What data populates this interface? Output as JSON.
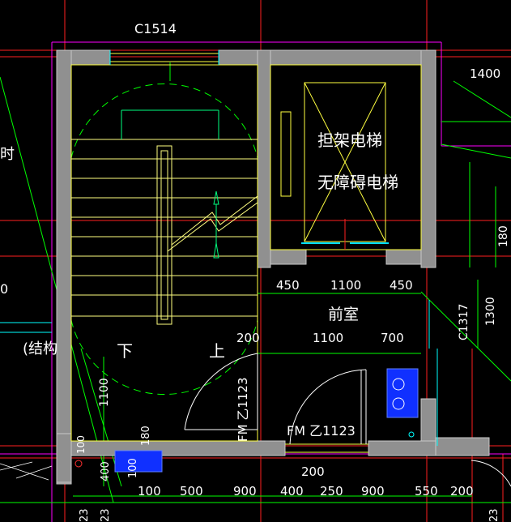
{
  "drawing": {
    "window_label": "C1514",
    "stair_labels": {
      "down": "下",
      "up": "上"
    },
    "lift_labels": [
      "担架电梯",
      "无障碍电梯"
    ],
    "anteroom_label": "前室",
    "side_labels": {
      "left_partial_1": "时",
      "left_partial_2": "0",
      "structure_note": "(结构"
    },
    "door_labels": {
      "door_left": "FM 乙1123",
      "door_right": "FM 乙1123"
    },
    "window_right": "C1317",
    "dims": {
      "top_right": "1400",
      "right_v_1": "180",
      "right_v_2": "1300",
      "row_450a": "450",
      "row_1100a": "1100",
      "row_450b": "450",
      "row_200": "200",
      "row_1100b": "1100",
      "row_700": "700",
      "left_v_1100": "1100",
      "left_v_180": "180",
      "left_v_100a": "100",
      "left_v_100b": "100",
      "left_v_400": "400",
      "bottom_200": "200",
      "b_100": "100",
      "b_500": "500",
      "b_900a": "900",
      "b_400": "400",
      "b_250": "250",
      "b_900b": "900",
      "b_550": "550",
      "b_200": "200",
      "corner_23a": "23",
      "corner_23b": "23",
      "corner_23c": "23"
    }
  }
}
